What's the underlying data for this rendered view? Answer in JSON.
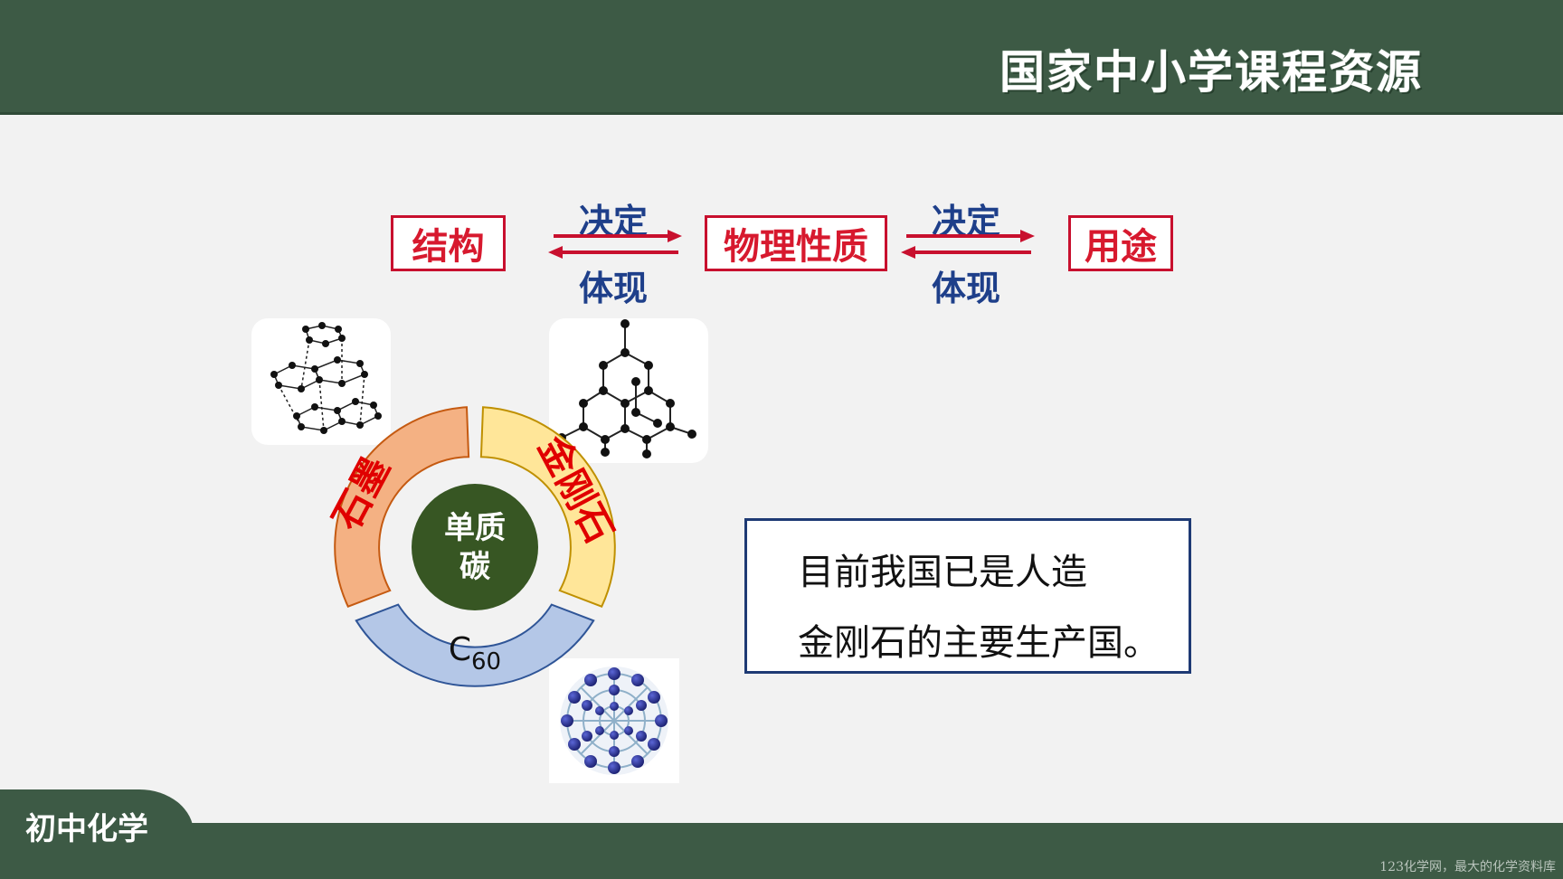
{
  "header": {
    "brand": "国家中小学课程资源"
  },
  "footer": {
    "subject": "初中化学",
    "watermark": "123化学网，最大的化学资料库"
  },
  "flow": {
    "structure": "结构",
    "properties": "物理性质",
    "uses": "用途",
    "arrow1_top": "决定",
    "arrow1_bottom": "体现",
    "arrow2_top": "决定",
    "arrow2_bottom": "体现"
  },
  "wheel": {
    "center_line1": "单质",
    "center_line2": "碳",
    "segment_graphite": "石墨",
    "segment_diamond": "金刚石",
    "segment_c60_base": "C",
    "segment_c60_sub": "60",
    "colors": {
      "graphite": "#f4b183",
      "diamond": "#ffe699",
      "c60": "#b4c7e7",
      "center": "#375623"
    }
  },
  "fact": {
    "line1": "目前我国已是人造",
    "line2": "金刚石的主要生产国。"
  }
}
